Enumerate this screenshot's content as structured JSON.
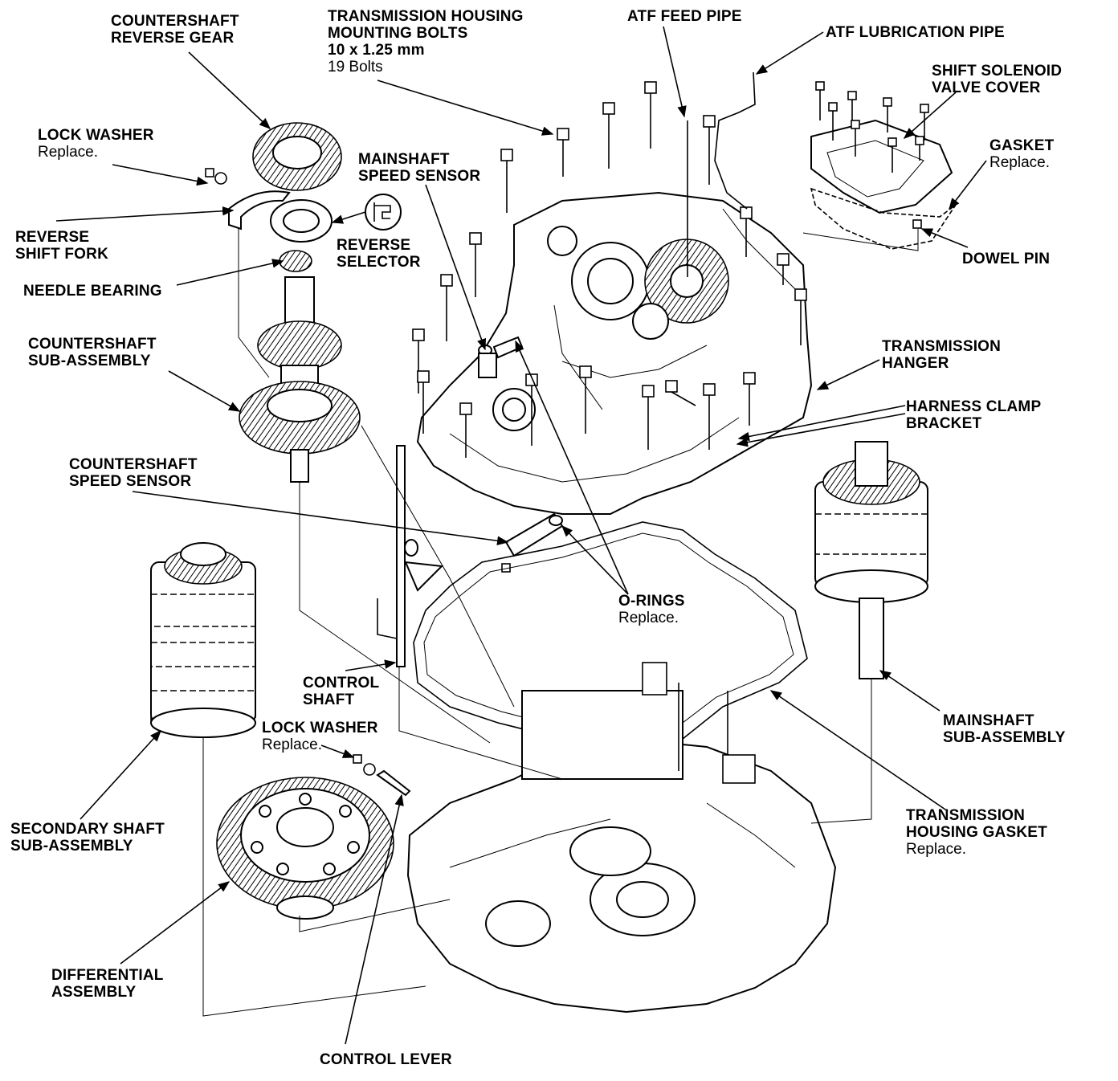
{
  "callouts": {
    "countershaft_reverse_gear": {
      "title": [
        "COUNTERSHAFT",
        "REVERSE GEAR"
      ]
    },
    "transmission_housing_bolts": {
      "title": [
        "TRANSMISSION HOUSING",
        "MOUNTING BOLTS",
        "10 x 1.25 mm"
      ],
      "note": [
        "19 Bolts"
      ]
    },
    "atf_feed_pipe": {
      "title": [
        "ATF FEED PIPE"
      ]
    },
    "atf_lubrication_pipe": {
      "title": [
        "ATF LUBRICATION PIPE"
      ]
    },
    "shift_solenoid_cover": {
      "title": [
        "SHIFT SOLENOID",
        "VALVE COVER"
      ]
    },
    "lock_washer_top": {
      "title": [
        "LOCK WASHER"
      ],
      "note": [
        "Replace."
      ]
    },
    "mainshaft_speed_sensor": {
      "title": [
        "MAINSHAFT",
        "SPEED SENSOR"
      ]
    },
    "gasket": {
      "title": [
        "GASKET"
      ],
      "note": [
        "Replace."
      ]
    },
    "reverse_shift_fork": {
      "title": [
        "REVERSE",
        "SHIFT FORK"
      ]
    },
    "reverse_selector": {
      "title": [
        "REVERSE",
        "SELECTOR"
      ]
    },
    "dowel_pin": {
      "title": [
        "DOWEL PIN"
      ]
    },
    "needle_bearing": {
      "title": [
        "NEEDLE BEARING"
      ]
    },
    "countershaft_sub_assembly": {
      "title": [
        "COUNTERSHAFT",
        "SUB-ASSEMBLY"
      ]
    },
    "transmission_hanger": {
      "title": [
        "TRANSMISSION",
        "HANGER"
      ]
    },
    "harness_clamp_bracket": {
      "title": [
        "HARNESS CLAMP",
        "BRACKET"
      ]
    },
    "countershaft_speed_sensor": {
      "title": [
        "COUNTERSHAFT",
        "SPEED SENSOR"
      ]
    },
    "o_rings": {
      "title": [
        "O-RINGS"
      ],
      "note": [
        "Replace."
      ]
    },
    "control_shaft": {
      "title": [
        "CONTROL",
        "SHAFT"
      ]
    },
    "mainshaft_sub_assembly": {
      "title": [
        "MAINSHAFT",
        "SUB-ASSEMBLY"
      ]
    },
    "lock_washer_bottom": {
      "title": [
        "LOCK WASHER"
      ],
      "note": [
        "Replace."
      ]
    },
    "secondary_shaft_sub_assembly": {
      "title": [
        "SECONDARY SHAFT",
        "SUB-ASSEMBLY"
      ]
    },
    "transmission_housing_gasket": {
      "title": [
        "TRANSMISSION",
        "HOUSING GASKET"
      ],
      "note": [
        "Replace."
      ]
    },
    "differential_assembly": {
      "title": [
        "DIFFERENTIAL",
        "ASSEMBLY"
      ]
    },
    "control_lever": {
      "title": [
        "CONTROL LEVER"
      ]
    }
  },
  "icons": {
    "reverse_selector_symbol": "reverse-selector-icon"
  },
  "colors": {
    "ink": "#000000",
    "paper": "#ffffff"
  }
}
